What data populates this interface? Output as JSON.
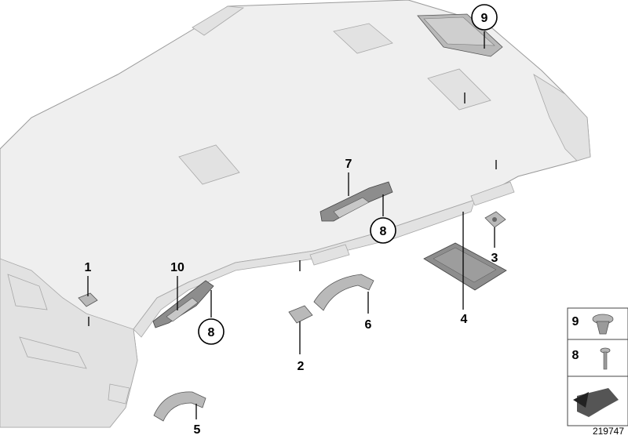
{
  "diagram": {
    "callouts": [
      "1",
      "2",
      "3",
      "4",
      "5",
      "6",
      "7",
      "8",
      "8",
      "9",
      "10"
    ],
    "legend": [
      "9",
      "8"
    ],
    "reference_number": "219747"
  }
}
